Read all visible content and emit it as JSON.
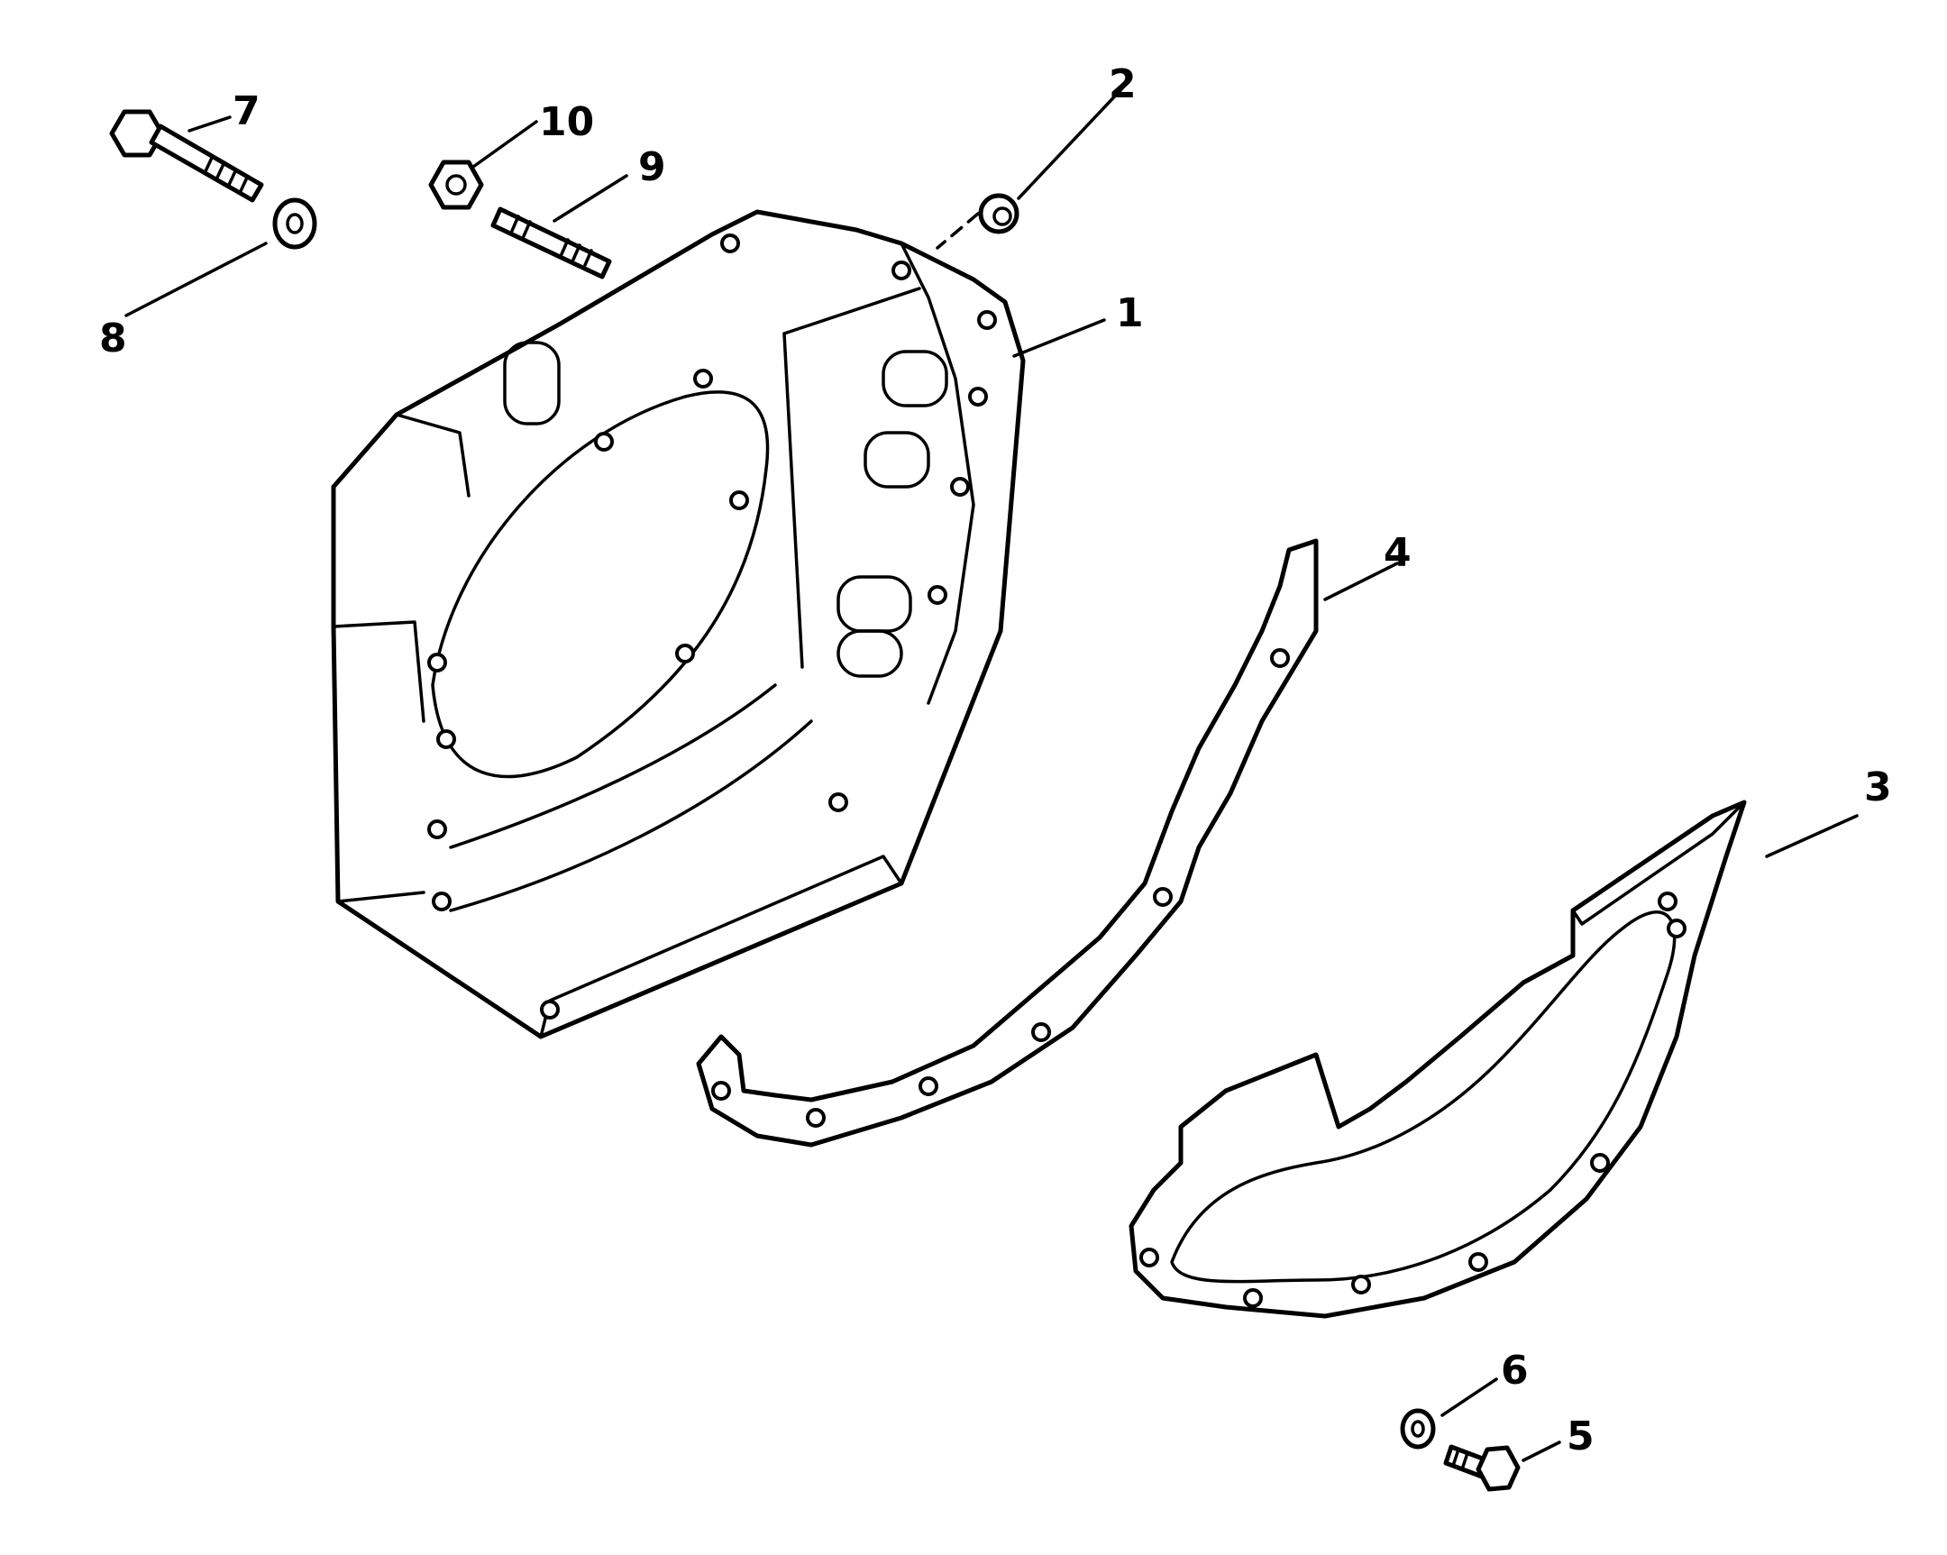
{
  "callouts": [
    {
      "id": "1",
      "label": "1",
      "part": "Flywheel housing"
    },
    {
      "id": "2",
      "label": "2",
      "part": "Plug"
    },
    {
      "id": "3",
      "label": "3",
      "part": "Cover plate"
    },
    {
      "id": "4",
      "label": "4",
      "part": "Gasket"
    },
    {
      "id": "5",
      "label": "5",
      "part": "Screw"
    },
    {
      "id": "6",
      "label": "6",
      "part": "Lockwasher"
    },
    {
      "id": "7",
      "label": "7",
      "part": "Bolt"
    },
    {
      "id": "8",
      "label": "8",
      "part": "Washer"
    },
    {
      "id": "9",
      "label": "9",
      "part": "Stud"
    },
    {
      "id": "10",
      "label": "10",
      "part": "Nut"
    }
  ]
}
